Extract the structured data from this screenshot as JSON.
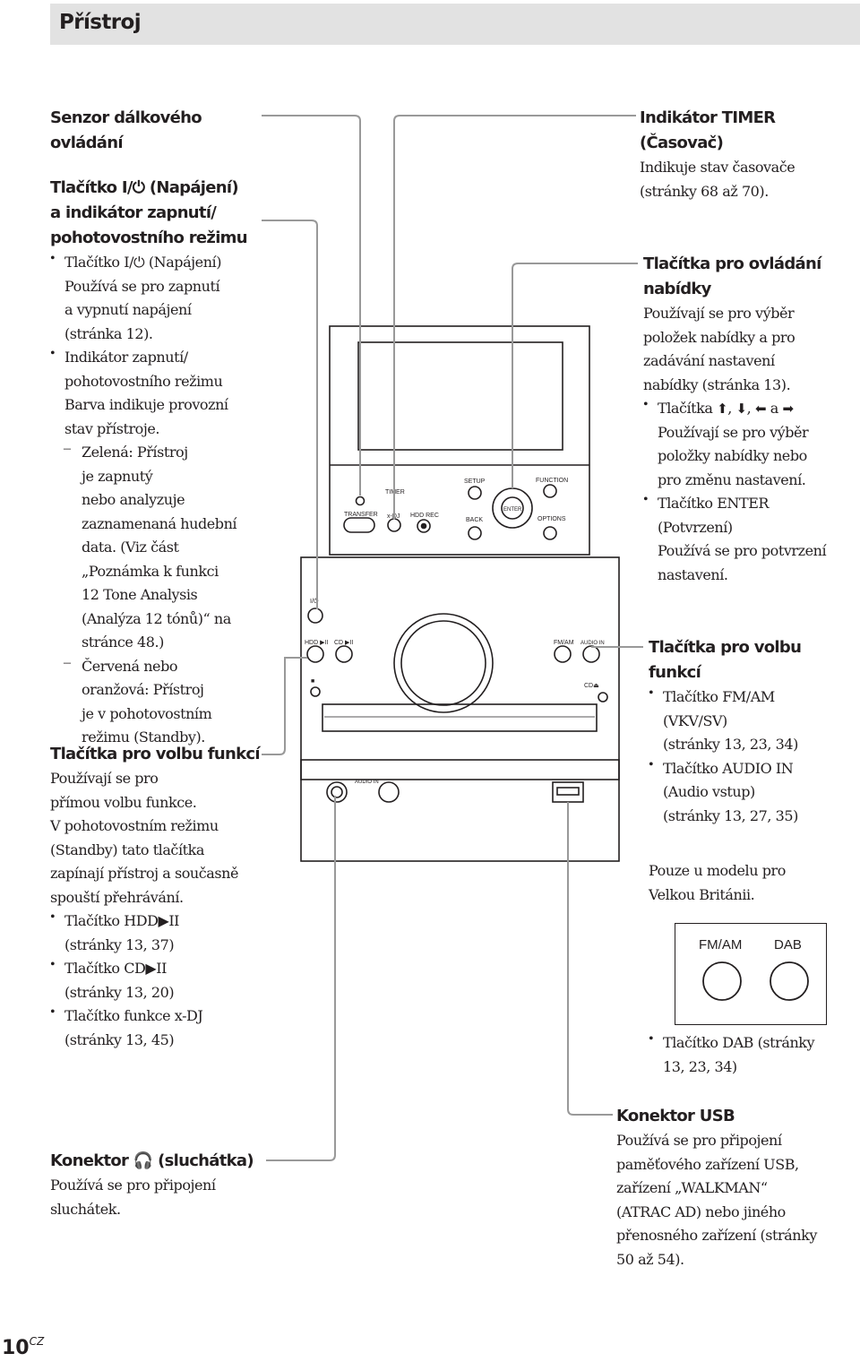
{
  "header": {
    "title": "Přístroj"
  },
  "page_number": {
    "num": "10",
    "suffix": "CZ"
  },
  "device": {
    "transfer": "TRANSFER",
    "timer": "TIMER",
    "xdj": "x-DJ",
    "hdd_rec": "HDD REC",
    "setup": "SETUP",
    "function": "FUNCTION",
    "back": "BACK",
    "options": "OPTIONS",
    "enter": "ENTER",
    "hdd": "HDD ▶II",
    "cd": "CD ▶II",
    "fm_am": "FM/AM",
    "audio_in": "AUDIO IN",
    "cd_eject": "CD⏏",
    "audio_in_jack": "AUDIO IN",
    "power": "I/⏻",
    "stop": "■"
  },
  "left": {
    "sensor": {
      "title": [
        "Senzor dálkového",
        "ovládání"
      ]
    },
    "power": {
      "title": [
        "Tlačítko I/⏻ (Napájení)",
        "a indikátor zapnutí/",
        "pohotovostního režimu"
      ],
      "b1": [
        "Tlačítko I/⏻ (Napájení)",
        "Používá se pro zapnutí",
        "a vypnutí napájení",
        "(stránka 12)."
      ],
      "b2": [
        "Indikátor zapnutí/",
        "pohotovostního režimu",
        "Barva indikuje provozní",
        "stav přístroje."
      ],
      "d1": [
        "Zelená: Přístroj",
        "je zapnutý",
        "nebo analyzuje",
        "zaznamenaná hudební",
        "data. (Viz část",
        "„Poznámka k funkci",
        "12 Tone Analysis",
        "(Analýza 12 tónů)“ na",
        "stránce 48.)"
      ],
      "d2": [
        "Červená nebo",
        "oranžová: Přístroj",
        "je v pohotovostním",
        "režimu (Standby)."
      ]
    },
    "func": {
      "title": "Tlačítka pro volbu funkcí",
      "text": [
        "Používají se pro",
        "přímou volbu funkce.",
        "V pohotovostním režimu",
        "(Standby) tato tlačítka",
        "zapínají přístroj a současně",
        "spouští přehrávání."
      ],
      "b1": [
        "Tlačítko HDD▶II",
        "(stránky 13, 37)"
      ],
      "b2": [
        "Tlačítko CD▶II",
        "(stránky 13, 20)"
      ],
      "b3": [
        "Tlačítko funkce x-DJ",
        "(stránky 13, 45)"
      ]
    },
    "phones": {
      "title": "Konektor 🎧 (sluchátka)",
      "text": [
        "Používá se pro připojení",
        "sluchátek."
      ]
    }
  },
  "right": {
    "timer": {
      "title": [
        "Indikátor TIMER",
        "(Časovač)"
      ],
      "text": [
        "Indikuje stav časovače",
        "(stránky 68 až 70)."
      ]
    },
    "menu": {
      "title": [
        "Tlačítka pro ovládání",
        "nabídky"
      ],
      "text": [
        "Používají se pro výběr",
        "položek nabídky a pro",
        "zadávání nastavení",
        "nabídky (stránka 13)."
      ],
      "b1_lead": "Tlačítka",
      "b1_a": "⬆",
      "b1_b": "⬇",
      "b1_c": "⬅",
      "b1_and": "a",
      "b1_d": "➡",
      "b1_text": [
        "Používají se pro výběr",
        "položky nabídky nebo",
        "pro změnu nastavení."
      ],
      "b2": [
        "Tlačítko ENTER",
        "(Potvrzení)",
        "Používá se pro potvrzení",
        "nastavení."
      ]
    },
    "func": {
      "title": [
        "Tlačítka pro volbu",
        "funkcí"
      ],
      "b1": [
        "Tlačítko FM/AM",
        "(VKV/SV)",
        "(stránky 13, 23, 34)"
      ],
      "b2": [
        "Tlačítko AUDIO IN",
        "(Audio vstup)",
        "(stránky 13, 27, 35)"
      ],
      "uk": [
        "Pouze u modelu pro",
        "Velkou Británii."
      ],
      "box_fm": "FM/AM",
      "box_dab": "DAB",
      "b3": [
        "Tlačítko DAB (stránky",
        "13, 23, 34)"
      ]
    },
    "usb": {
      "title": "Konektor USB",
      "text": [
        "Používá se pro připojení",
        "paměťového zařízení USB,",
        "zařízení „WALKMAN“",
        "(ATRAC AD) nebo jiného",
        "přenosného zařízení (stránky",
        "50 až 54)."
      ]
    }
  }
}
